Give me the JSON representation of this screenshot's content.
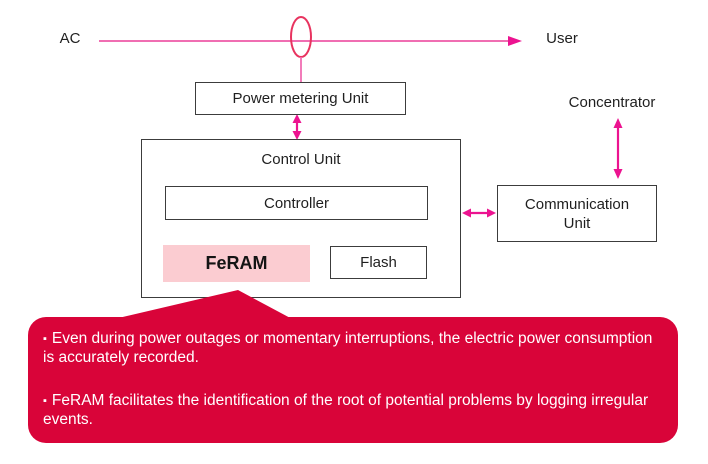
{
  "diagram": {
    "labels": {
      "ac": "AC",
      "user": "User",
      "concentrator": "Concentrator"
    },
    "boxes": {
      "power_metering": "Power metering Unit",
      "control_unit": "Control Unit",
      "controller": "Controller",
      "feram": "FeRAM",
      "flash": "Flash",
      "communication": "Communication Unit"
    },
    "icons": {
      "current_transformer": "ellipse-sensor-on-ac-line",
      "arrows": "bidirectional-double-arrows"
    }
  },
  "callout": {
    "bullet_glyph": "▪",
    "bullets": [
      "Even during power outages or momentary interruptions, the electric power consumption is accurately recorded.",
      "FeRAM facilitates the identification of the root of potential problems by logging irregular events."
    ]
  },
  "colors": {
    "pink_line": "#f06eb2",
    "magenta": "#ec1390",
    "crimson_ellipse": "#e8335f",
    "feram_fill": "#fbccd1",
    "callout_bg": "#d90439",
    "gray_arrow": "#8a8a8a",
    "border_dark": "#3c3c3c",
    "ink": "#1f1f1f",
    "callout_text": "#ffffff"
  }
}
